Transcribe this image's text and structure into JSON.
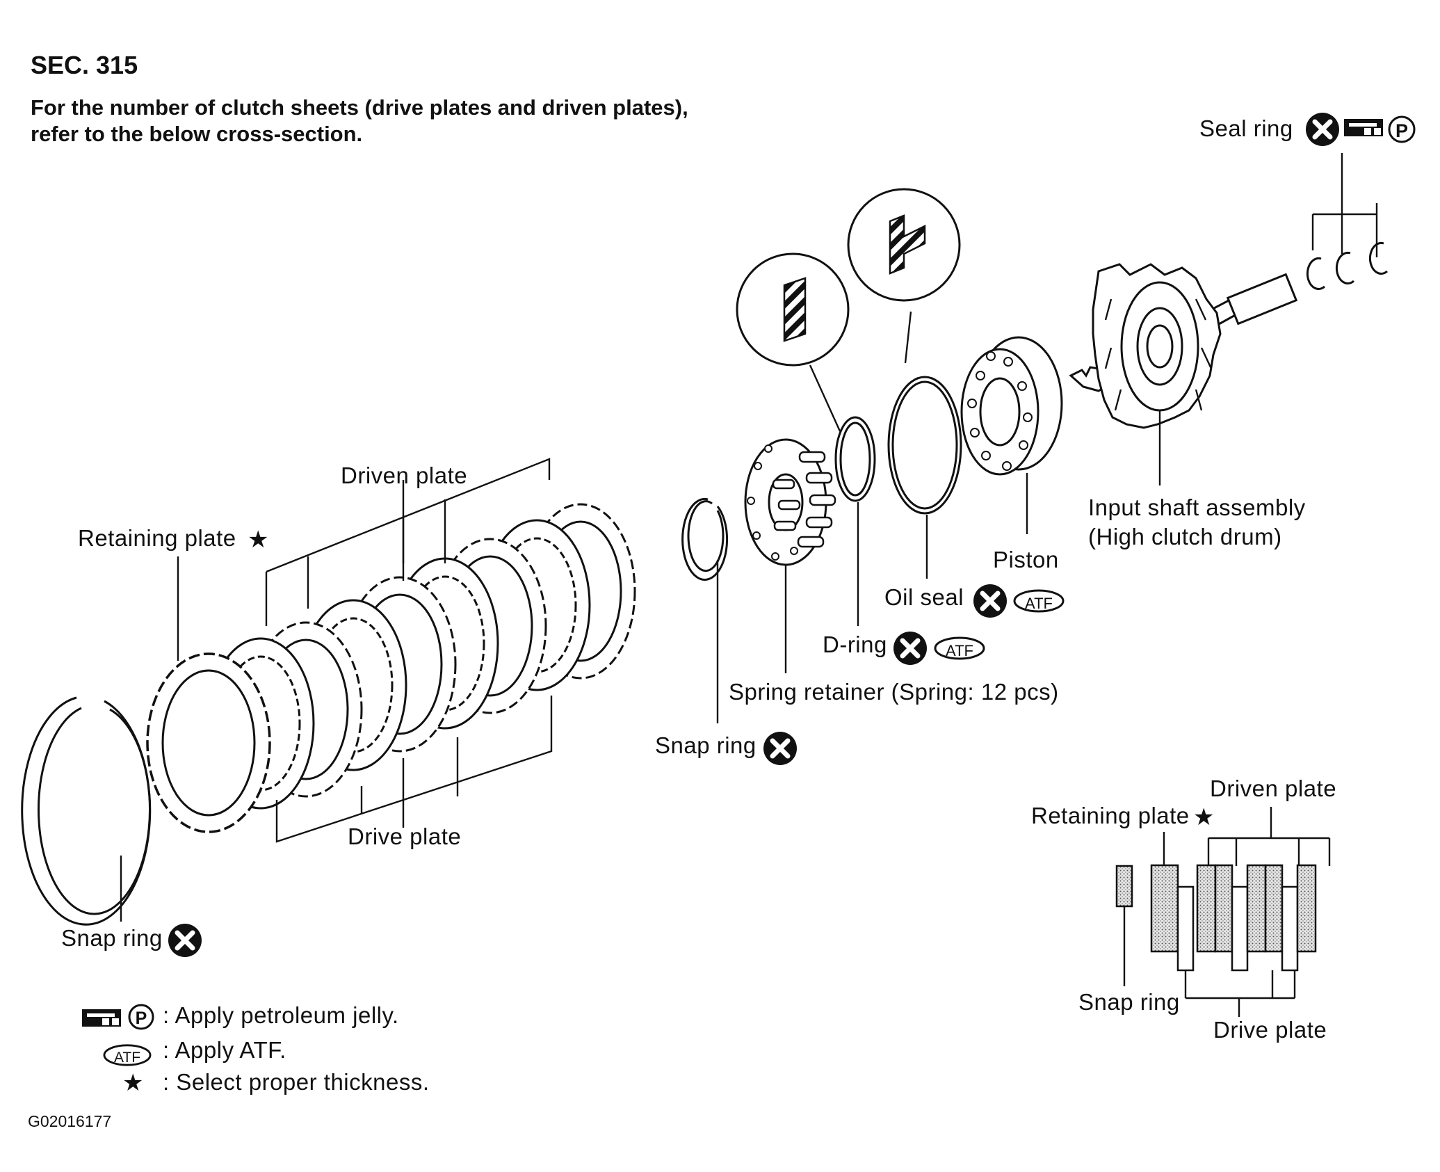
{
  "header": {
    "section": "SEC. 315",
    "note_line1": "For the number of clutch sheets (drive plates and driven plates),",
    "note_line2": "refer to the below cross-section."
  },
  "labels": {
    "seal_ring": "Seal ring",
    "driven_plate": "Driven plate",
    "retaining_plate": "Retaining plate",
    "drive_plate": "Drive plate",
    "snap_ring_left": "Snap ring",
    "snap_ring_mid": "Snap ring",
    "input_shaft_1": "Input shaft assembly",
    "input_shaft_2": "(High clutch drum)",
    "piston": "Piston",
    "oil_seal": "Oil seal",
    "d_ring": "D-ring",
    "spring_retainer": "Spring retainer (Spring: 12 pcs)",
    "atf_badge": "ATF",
    "p_badge": "P"
  },
  "cross_section": {
    "driven_plate": "Driven plate",
    "retaining_plate": "Retaining plate",
    "snap_ring": "Snap ring",
    "drive_plate": "Drive plate"
  },
  "legend": [
    {
      "symbol": "petroleum-jelly-icon",
      "text": ": Apply petroleum jelly."
    },
    {
      "symbol": "atf-icon",
      "text": ": Apply ATF."
    },
    {
      "symbol": "star-icon",
      "text": ": Select proper thickness."
    }
  ],
  "reference_code": "G02016177"
}
